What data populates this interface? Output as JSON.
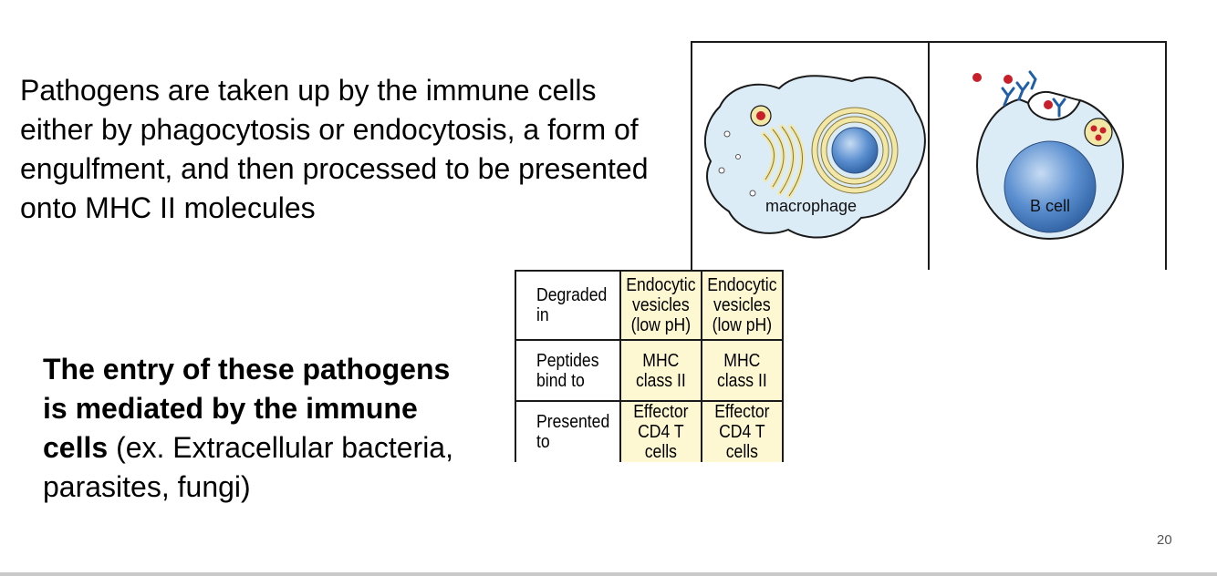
{
  "slide": {
    "intro_text": "Pathogens are taken up by the immune cells either by phagocytosis or endocytosis, a form of engulfment, and then processed to be presented onto MHC II molecules",
    "entry_bold": "The entry of these pathogens is mediated by the immune cells",
    "entry_rest": " (ex. Extracellular bacteria, parasites, fungi)",
    "page_number": "20"
  },
  "figure": {
    "cells": [
      {
        "label": "macrophage"
      },
      {
        "label": "B cell"
      }
    ],
    "rows": [
      {
        "label": "Degraded in",
        "values": [
          "Endocytic vesicles\n(low pH)",
          "Endocytic vesicles\n(low pH)"
        ]
      },
      {
        "label": "Peptides bind to",
        "values": [
          "MHC class II",
          "MHC class II"
        ]
      },
      {
        "label": "Presented to",
        "values": [
          "Effector CD4 T cells",
          "Effector CD4 T cells"
        ]
      }
    ],
    "colors": {
      "cell_fill": "#dcecf7",
      "nucleus": "#4f86c9",
      "organelle": "#f3e7a6",
      "vesicle_dot": "#c8202a",
      "table_fill": "#fdf8d2"
    }
  }
}
